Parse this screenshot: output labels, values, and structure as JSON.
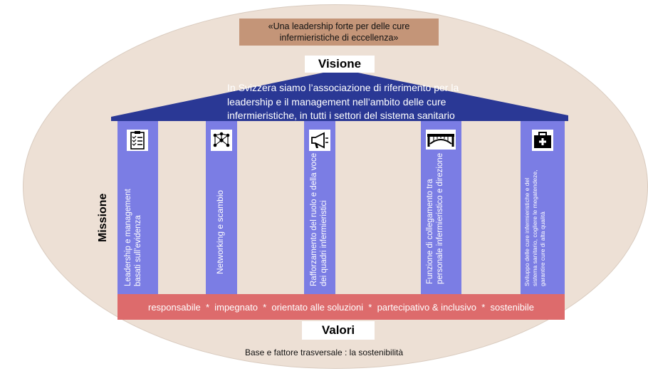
{
  "motto": "«Una leadership forte per delle cure infermieristiche di eccellenza»",
  "vision": {
    "label": "Visione",
    "text": "In Svizzera siamo l’associazione di riferimento per la leadership e il management nell’ambito delle cure infermieristiche, in tutti i settori del sistema sanitario"
  },
  "mission_label": "Missione",
  "pillars": [
    {
      "icon": "clipboard-checklist-icon",
      "text": "Leadership e management basati sull’evidenza"
    },
    {
      "icon": "network-nodes-icon",
      "text": "Networking e scambio"
    },
    {
      "icon": "megaphone-icon",
      "text": "Rafforzamento del ruolo e della voce dei quadri infermieristici"
    },
    {
      "icon": "bridge-icon",
      "text": "Funzione di collegamento tra personale infermieristico e direzione"
    },
    {
      "icon": "medical-kit-icon",
      "text": "Sviluppo delle cure infermieristiche e del sistema sanitario, cogliere le megatendeze, garantire cure di alta qualità"
    }
  ],
  "values": {
    "text": "responsabile  *  impegnato  *  orientato alle soluzioni  *  partecipativo & inclusivo  *  sostenibile",
    "label": "Valori"
  },
  "base": "Base e fattore trasversale : la sostenibilità",
  "colors": {
    "background_ellipse": "#ede0d5",
    "motto_box": "#c49578",
    "roof": "#2a3895",
    "pillar": "#7b7de4",
    "values_bar": "#dd6b6c"
  }
}
